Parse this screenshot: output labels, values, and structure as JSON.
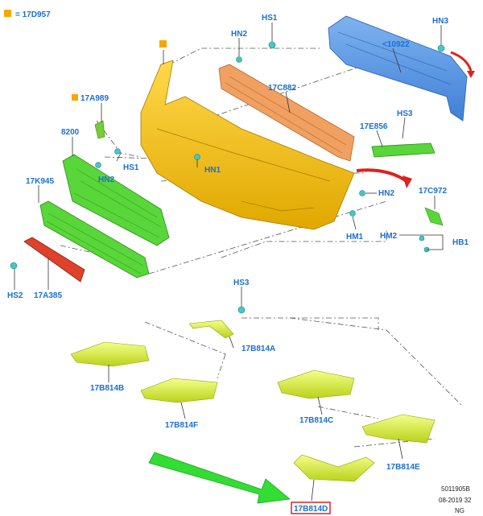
{
  "legend": {
    "swatch_color": "#f5a800",
    "text": "= 17D957"
  },
  "footer": {
    "line1": "5011905B",
    "line2": "08-2019 32",
    "line3": "NG"
  },
  "highlight_color": "#e02020",
  "arrow_color": "#33dd33",
  "parts": {
    "hs1_top": "HS1",
    "hn2_top": "HN2",
    "hn3": "HN3",
    "p10922": "<10922",
    "p17c882": "17C882",
    "p17a989": "17A989",
    "hs3_top": "HS3",
    "p17e856": "17E856",
    "p8200": "8200",
    "hs1_mid": "HS1",
    "hn2_mid": "HN2",
    "hn1": "HN1",
    "p17k945": "17K945",
    "hn2_right": "HN2",
    "p17c972": "17C972",
    "hm1": "HM1",
    "hm2": "HM2",
    "hb1": "HB1",
    "hs2": "HS2",
    "p17a385": "17A385",
    "hs3_low": "HS3",
    "p17b814a": "17B814A",
    "p17b814b": "17B814B",
    "p17b814c": "17B814C",
    "p17b814f": "17B814F",
    "p17b814e": "17B814E",
    "p17b814d": "17B814D"
  }
}
